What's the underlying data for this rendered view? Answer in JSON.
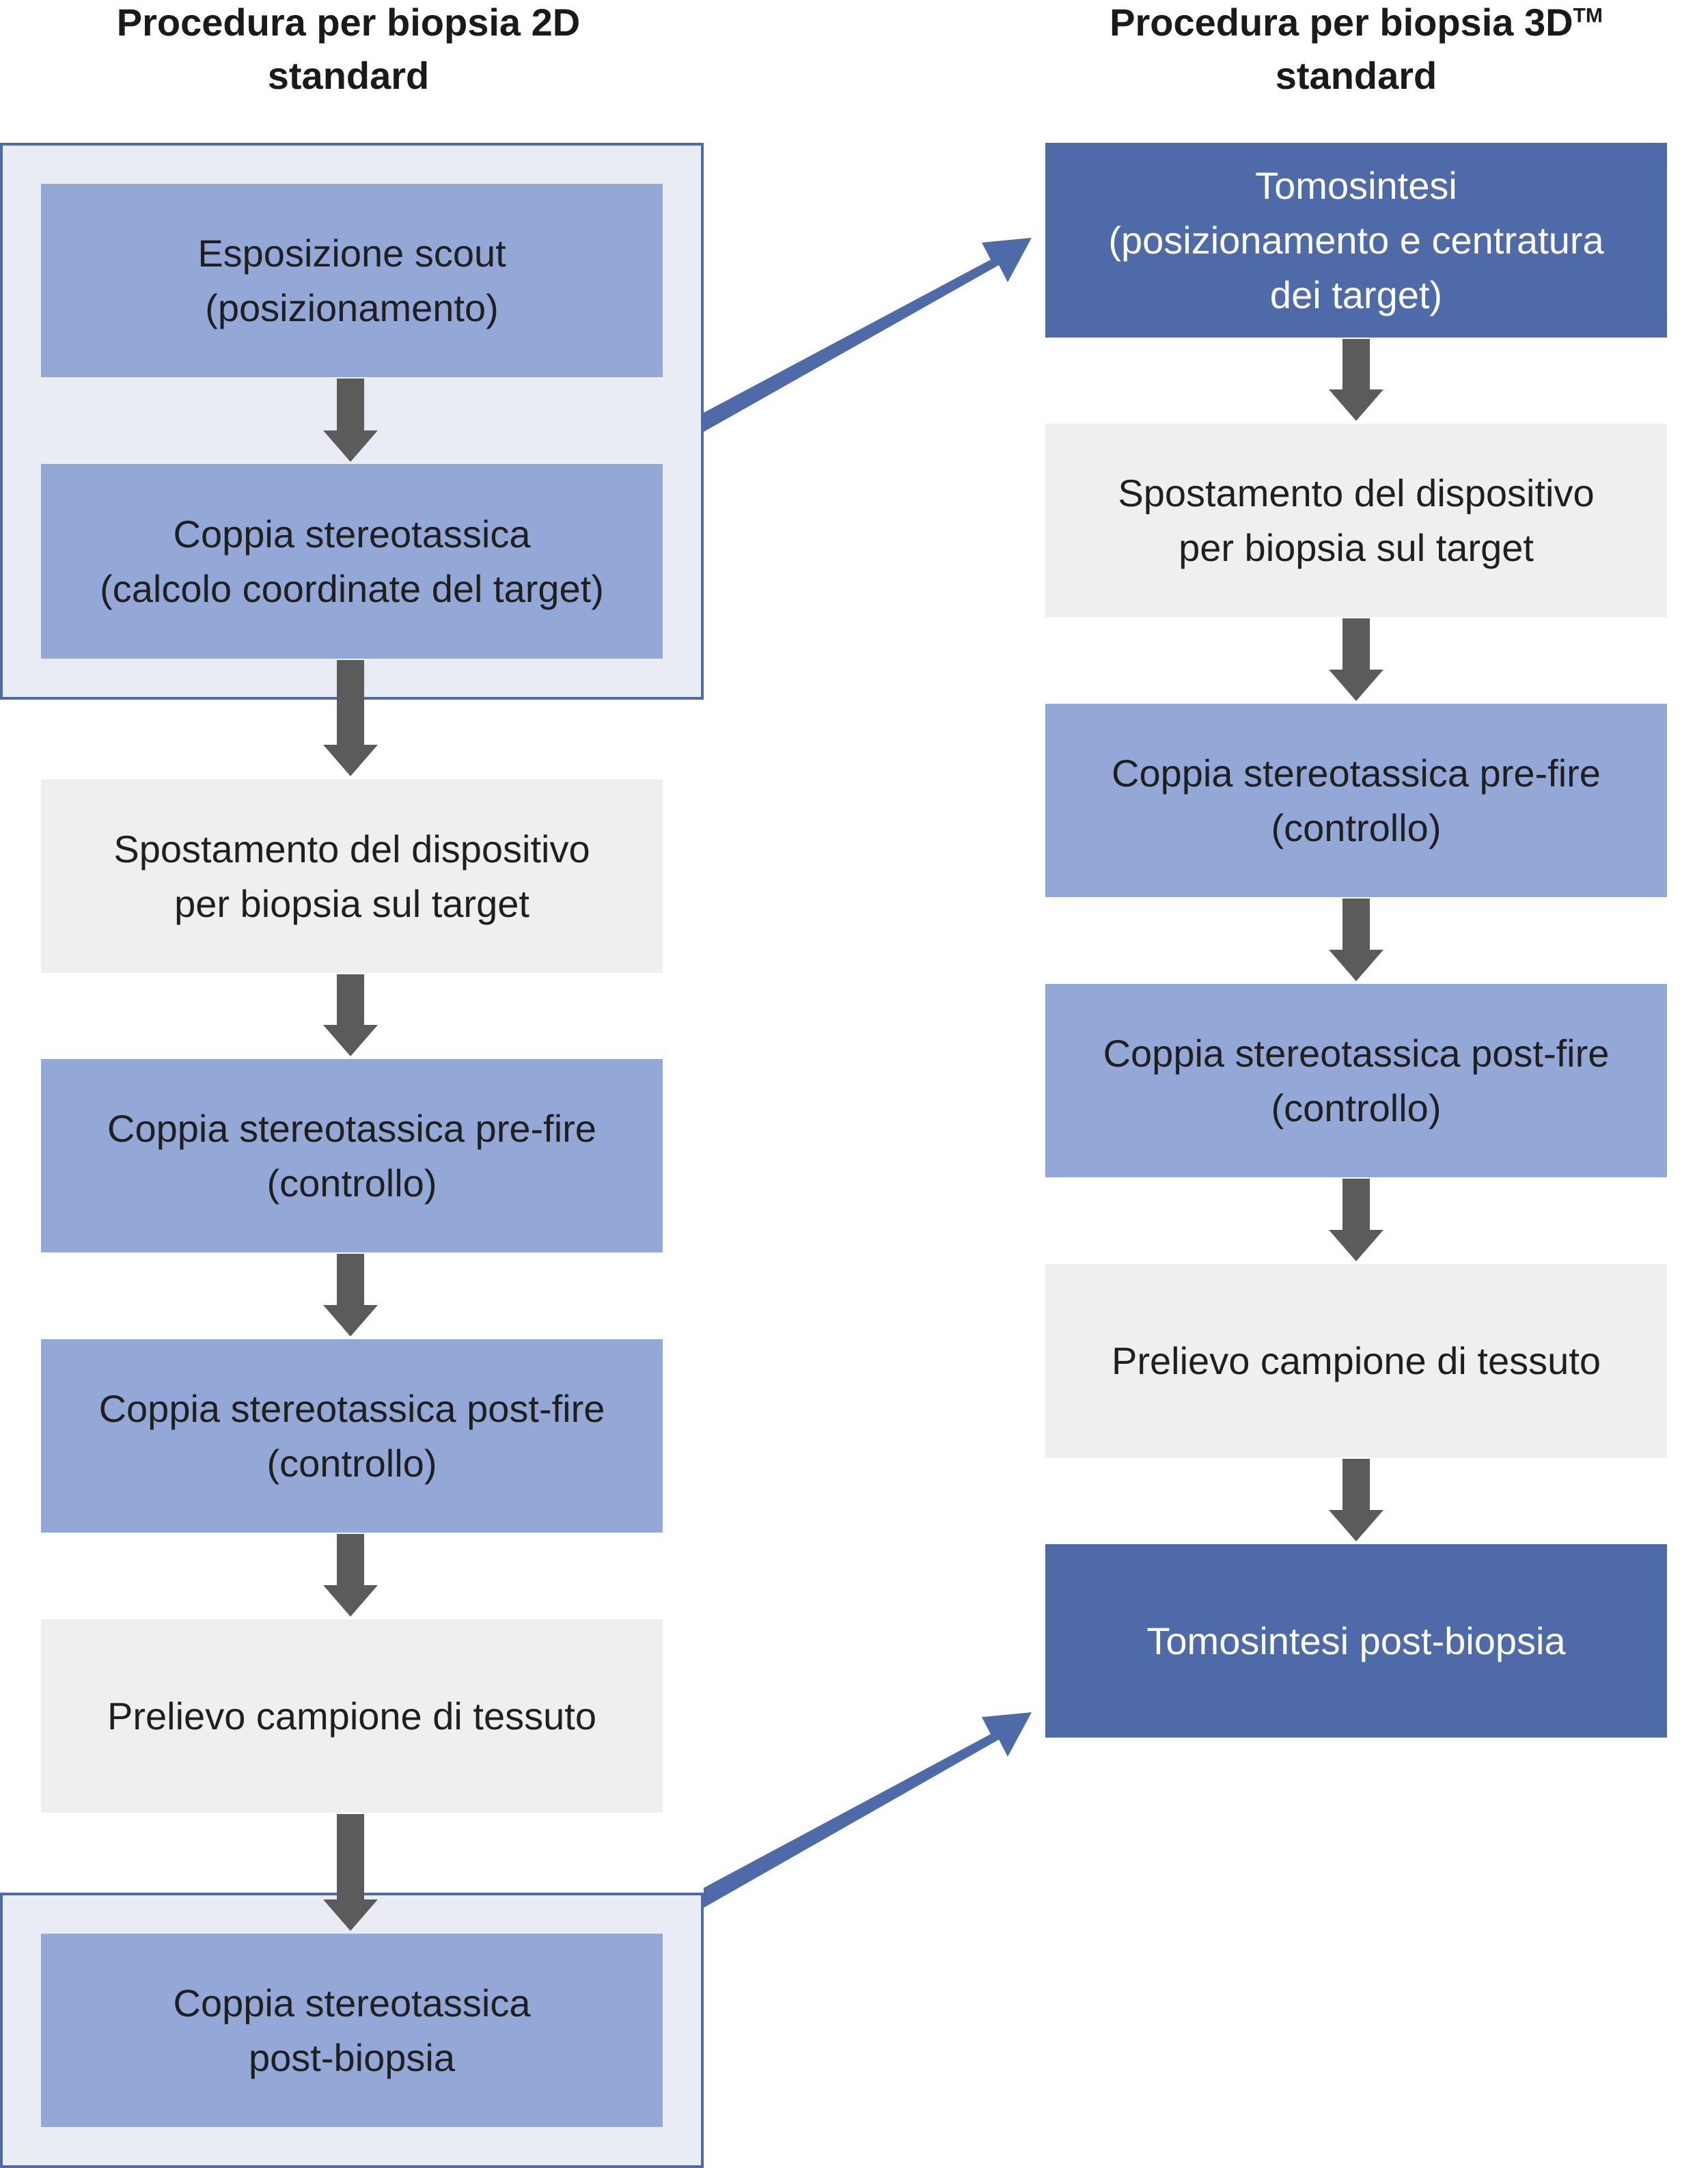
{
  "colors": {
    "light_box": "#93a8d7",
    "grey_box": "#efefef",
    "dark_box": "#4e6aa8",
    "group_bg": "#e9ecf4",
    "group_border": "#4f6aa9",
    "down_arrow": "#5b5b5b",
    "cross_arrow": "#4f6aa9"
  },
  "left": {
    "title_line1": "Procedura per biopsia 2D",
    "title_line2": "standard",
    "steps": [
      {
        "text": "Esposizione scout\n(posizionamento)",
        "style": "light"
      },
      {
        "text": "Coppia stereotassica\n(calcolo coordinate del target)",
        "style": "light"
      },
      {
        "text": "Spostamento del dispositivo\nper biopsia sul target",
        "style": "grey"
      },
      {
        "text": "Coppia stereotassica pre-fire\n(controllo)",
        "style": "light"
      },
      {
        "text": "Coppia stereotassica post-fire\n(controllo)",
        "style": "light"
      },
      {
        "text": "Prelievo campione di tessuto",
        "style": "grey"
      },
      {
        "text": "Coppia stereotassica\npost-biopsia",
        "style": "light"
      }
    ]
  },
  "right": {
    "title_line1": "Procedura per biopsia 3D",
    "title_sup": "TM",
    "title_line2": "standard",
    "steps": [
      {
        "text": "Tomosintesi\n(posizionamento e centratura\ndei target)",
        "style": "dark"
      },
      {
        "text": "Spostamento del dispositivo\nper biopsia sul target",
        "style": "grey"
      },
      {
        "text": "Coppia stereotassica pre-fire\n(controllo)",
        "style": "light"
      },
      {
        "text": "Coppia stereotassica post-fire\n(controllo)",
        "style": "light"
      },
      {
        "text": "Prelievo campione di tessuto",
        "style": "grey"
      },
      {
        "text": "Tomosintesi post-biopsia",
        "style": "dark"
      }
    ]
  }
}
